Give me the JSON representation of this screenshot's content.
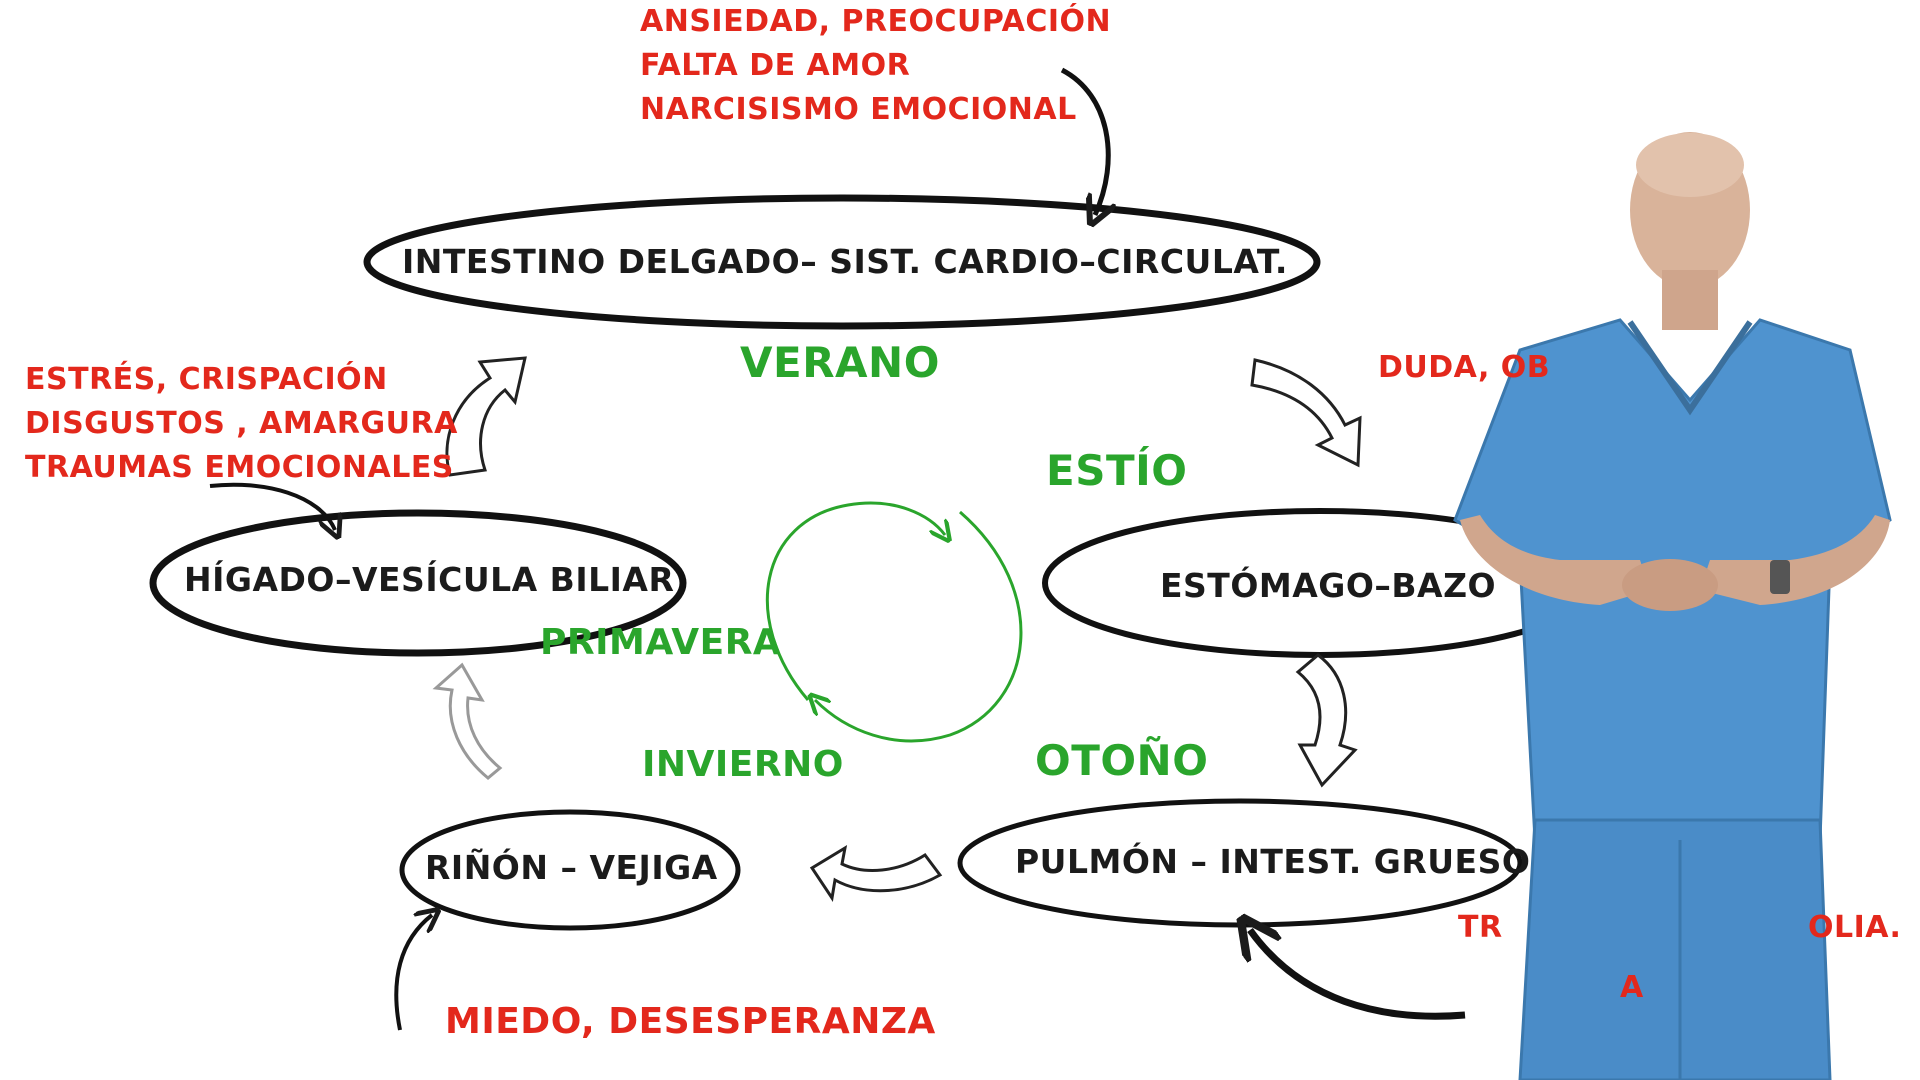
{
  "emotions": {
    "top": [
      "ANSIEDAD, PREOCUPACIÓN",
      "FALTA DE AMOR",
      "NARCISISMO EMOCIONAL"
    ],
    "left": [
      "ESTRÉS, CRISPACIÓN",
      "DISGUSTOS , AMARGURA",
      "TRAUMAS EMOCIONALES"
    ],
    "right_partial": "DUDA, OB",
    "bottom_right_partial_1": "TR",
    "bottom_right_partial_2": "OLIA.",
    "bottom_right_partial_3": "A",
    "bottom": "MIEDO, DESESPERANZA"
  },
  "organs": {
    "top": "INTESTINO DELGADO– SIST. CARDIO–CIRCULAT.",
    "left": "HÍGADO–VESÍCULA BILIAR",
    "right": "ESTÓMAGO–BAZO",
    "bottom_right": "PULMÓN – INTEST. GRUESO",
    "bottom_left": "RIÑÓN – VEJIGA"
  },
  "seasons": {
    "summer": "VERANO",
    "late_summer": "ESTÍO",
    "spring": "PRIMAVERA",
    "autumn": "OTOÑO",
    "winter": "INVIERNO"
  },
  "colors": {
    "emotion": "#e3281c",
    "season": "#2aa52c",
    "organ_ink": "#1b1b1b",
    "scrubs": "#4f93cf"
  },
  "icons": {
    "cycle": "green-cycle-arrows",
    "flow": "hollow-curved-arrows"
  }
}
